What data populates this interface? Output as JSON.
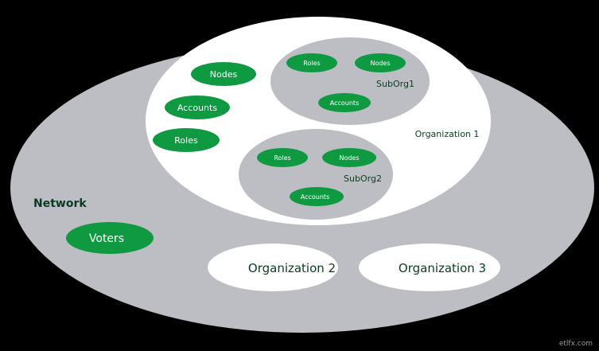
{
  "diagram": {
    "network": {
      "label": "Network",
      "voters": "Voters"
    },
    "organization1": {
      "label": "Organization 1",
      "items": {
        "nodes": "Nodes",
        "accounts": "Accounts",
        "roles": "Roles"
      },
      "suborg1": {
        "label": "SubOrg1",
        "roles": "Roles",
        "nodes": "Nodes",
        "accounts": "Accounts"
      },
      "suborg2": {
        "label": "SubOrg2",
        "roles": "Roles",
        "nodes": "Nodes",
        "accounts": "Accounts"
      }
    },
    "organization2": {
      "label": "Organization 2"
    },
    "organization3": {
      "label": "Organization 3"
    }
  },
  "watermark": "etlfx.com",
  "colors": {
    "background": "#000000",
    "network_fill": "#bcbec4",
    "org_fill": "#ffffff",
    "suborg_fill": "#bcbec4",
    "pill_fill": "#0f9a42",
    "pill_text": "#ffffff",
    "label_text": "#0b3b1e"
  }
}
